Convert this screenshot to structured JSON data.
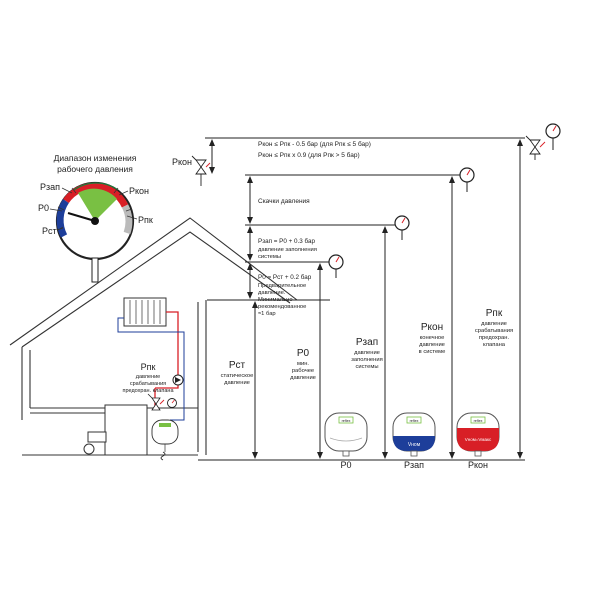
{
  "gauge": {
    "title_line1": "Диапазон изменения",
    "title_line2": "рабочего давления",
    "label_pzap": "Pзап",
    "label_pkon": "Pкон",
    "label_p0": "P0",
    "label_pst": "Pст",
    "label_ppk": "Pпк"
  },
  "top_formula": {
    "line1": "Pкон ≤ Pпк - 0.5 бар (для Pпк ≤ 5 бар)",
    "line2": "Pкон ≤ Pпк x 0.9 (для Pпк > 5 бар)",
    "left_label": "Pкон"
  },
  "annotations": {
    "jumps": "Скачки давления",
    "pzap_formula": "Pзап = P0 + 0.3 бар",
    "pzap_desc1": "давление заполнения",
    "pzap_desc2": "системы",
    "p0_formula": "P0 = Pст + 0.2 бар",
    "p0_desc1": "Предварительное",
    "p0_desc2": "давление.",
    "p0_desc3": "Минимально",
    "p0_desc4": "рекомендованное",
    "p0_desc5": "≈1 бар"
  },
  "levels": {
    "pst": {
      "symbol": "Pст",
      "desc1": "статическое",
      "desc2": "давление"
    },
    "p0": {
      "symbol": "P0",
      "desc1": "мин.",
      "desc2": "рабочее",
      "desc3": "давление"
    },
    "pzap": {
      "symbol": "Pзап",
      "desc1": "давление",
      "desc2": "заполнения",
      "desc3": "системы"
    },
    "pkon": {
      "symbol": "Pкон",
      "desc1": "конечное",
      "desc2": "давление",
      "desc3": "в системе"
    },
    "ppk": {
      "symbol": "Pпк",
      "desc1": "давление",
      "desc2": "срабатывания",
      "desc3": "предохран.",
      "desc4": "клапана"
    }
  },
  "boiler": {
    "symbol": "Pпк",
    "desc1": "давление",
    "desc2": "срабатывания",
    "desc3": "предохран. клапана"
  },
  "tanks": {
    "t1_label": "P0",
    "t2_label": "Pзап",
    "t3_label": "Pкон",
    "t2_inner": "Vном",
    "t3_inner": "Vном=Vмакс",
    "brand": "reflex"
  },
  "colors": {
    "red": "#d81f26",
    "blue": "#1d3e9a",
    "green": "#79c043",
    "gray": "#cfcfcf"
  }
}
